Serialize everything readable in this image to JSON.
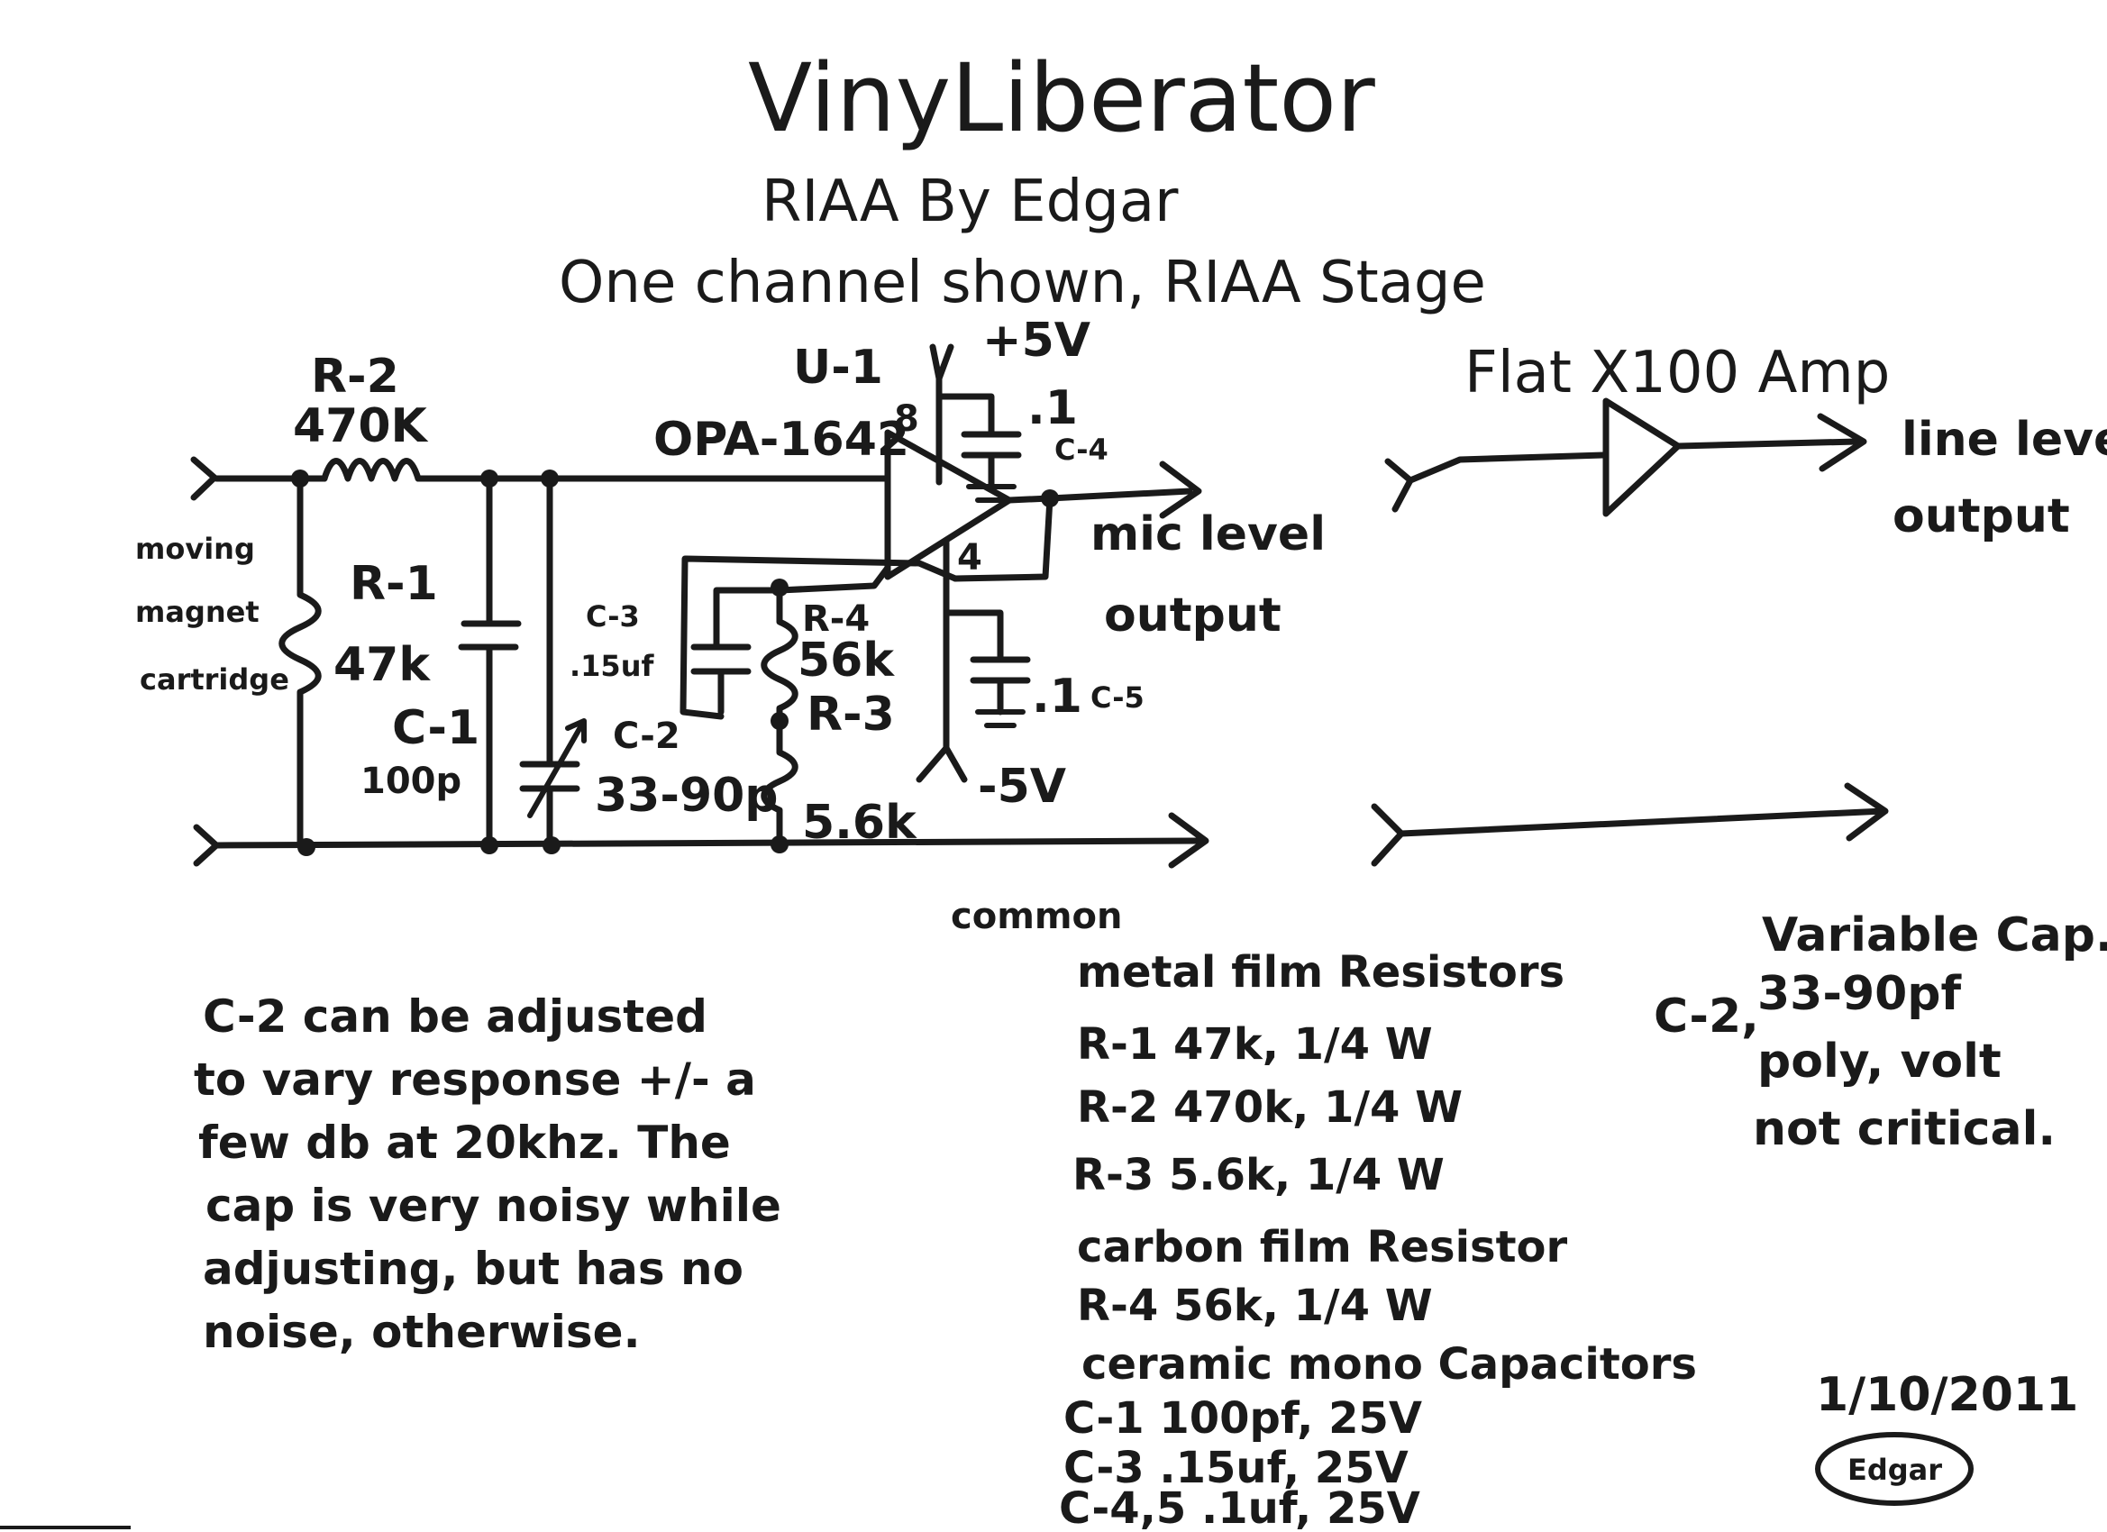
{
  "title": "VinyLiberator",
  "subtitle": "RIAA By Edgar",
  "subtitle2": "One channel shown, RIAA Stage",
  "components": {
    "r2": {
      "ref": "R-2",
      "value": "470K"
    },
    "r1": {
      "ref": "R-1",
      "value": "47k"
    },
    "c1": {
      "ref": "C-1",
      "value": "100p"
    },
    "c3": {
      "ref": "C-3",
      "value": ".15uf"
    },
    "c2": {
      "ref": "C-2",
      "value": "33-90p"
    },
    "r4": {
      "ref": "R-4",
      "value": "56k"
    },
    "r3": {
      "ref": "R-3",
      "value": "5.6k"
    },
    "u1": {
      "ref": "U-1",
      "part": "OPA-1642",
      "pin8": "8",
      "pin4": "4"
    },
    "c4": {
      "ref": "C-4",
      "value": ".1"
    },
    "c5": {
      "ref": "C-5",
      "value": ".1"
    }
  },
  "rails": {
    "positive": "+5V",
    "negative": "-5V"
  },
  "labels": {
    "input": [
      "moving",
      "magnet",
      "cartridge"
    ],
    "mic_output": [
      "mic level",
      "output"
    ],
    "common": "common",
    "flat_amp": "Flat X100 Amp",
    "line_output": [
      "line level",
      "output"
    ]
  },
  "note": [
    "C-2 can be adjusted",
    "to vary response +/- a",
    "few db at 20khz. The",
    "cap is very noisy while",
    "adjusting, but has no",
    "noise, otherwise."
  ],
  "parts_list": [
    "metal film Resistors",
    "R-1   47k, 1/4 W",
    "R-2  470k, 1/4 W",
    "R-3  5.6k, 1/4 W",
    "carbon film Resistor",
    "R-4   56k, 1/4 W",
    "ceramic mono Capacitors",
    "C-1   100pf, 25V",
    "C-3   .15uf, 25V",
    "C-4,5  .1uf, 25V"
  ],
  "variable_cap": {
    "ref": "C-2,",
    "lines": [
      "Variable Cap.",
      "33-90pf",
      "poly, volt",
      "not critical."
    ]
  },
  "date": "1/10/2011",
  "signature": "Edgar"
}
